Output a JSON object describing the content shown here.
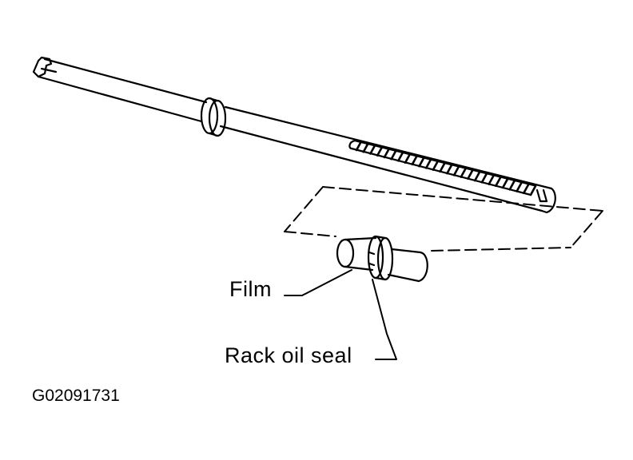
{
  "labels": {
    "film": "Film",
    "rack_oil_seal": "Rack oil seal"
  },
  "figure_id": "G02091731",
  "colors": {
    "ink": "#000000",
    "paper": "#ffffff"
  }
}
